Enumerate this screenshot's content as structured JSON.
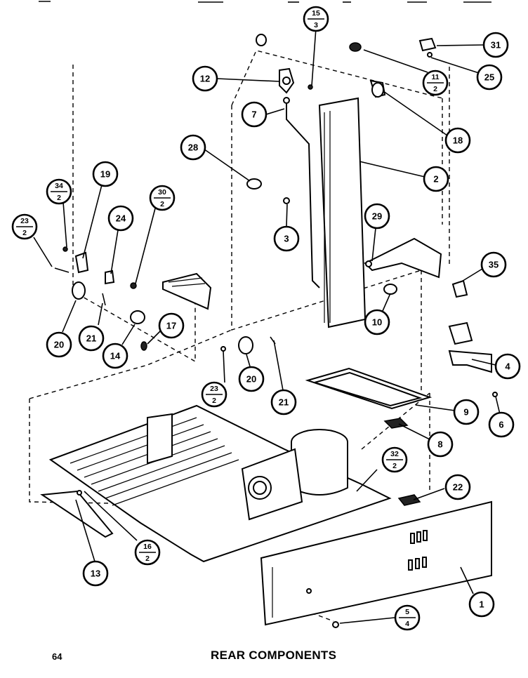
{
  "page": {
    "number": "64",
    "title": "REAR COMPONENTS"
  },
  "callouts": [
    {
      "id": "c1",
      "top": "1"
    },
    {
      "id": "c2",
      "top": "2"
    },
    {
      "id": "c3",
      "top": "3"
    },
    {
      "id": "c4",
      "top": "4"
    },
    {
      "id": "c5",
      "top": "5",
      "bottom": "4"
    },
    {
      "id": "c6",
      "top": "6"
    },
    {
      "id": "c7",
      "top": "7"
    },
    {
      "id": "c8",
      "top": "8"
    },
    {
      "id": "c9",
      "top": "9"
    },
    {
      "id": "c10",
      "top": "10"
    },
    {
      "id": "c11",
      "top": "11",
      "bottom": "2"
    },
    {
      "id": "c12",
      "top": "12"
    },
    {
      "id": "c13",
      "top": "13"
    },
    {
      "id": "c14",
      "top": "14"
    },
    {
      "id": "c15",
      "top": "15",
      "bottom": "3"
    },
    {
      "id": "c16a",
      "top": "16",
      "bottom": "2"
    },
    {
      "id": "c17",
      "top": "17"
    },
    {
      "id": "c18",
      "top": "18"
    },
    {
      "id": "c19",
      "top": "19"
    },
    {
      "id": "c20a",
      "top": "20"
    },
    {
      "id": "c20b",
      "top": "20"
    },
    {
      "id": "c21a",
      "top": "21"
    },
    {
      "id": "c21b",
      "top": "21"
    },
    {
      "id": "c22",
      "top": "22"
    },
    {
      "id": "c23a",
      "top": "23",
      "bottom": "2"
    },
    {
      "id": "c23b",
      "top": "23",
      "bottom": "2"
    },
    {
      "id": "c24",
      "top": "24"
    },
    {
      "id": "c25",
      "top": "25"
    },
    {
      "id": "c28",
      "top": "28"
    },
    {
      "id": "c29",
      "top": "29"
    },
    {
      "id": "c30",
      "top": "30",
      "bottom": "2"
    },
    {
      "id": "c31",
      "top": "31"
    },
    {
      "id": "c32",
      "top": "32",
      "bottom": "2"
    },
    {
      "id": "c34",
      "top": "34",
      "bottom": "2"
    },
    {
      "id": "c35",
      "top": "35"
    }
  ]
}
